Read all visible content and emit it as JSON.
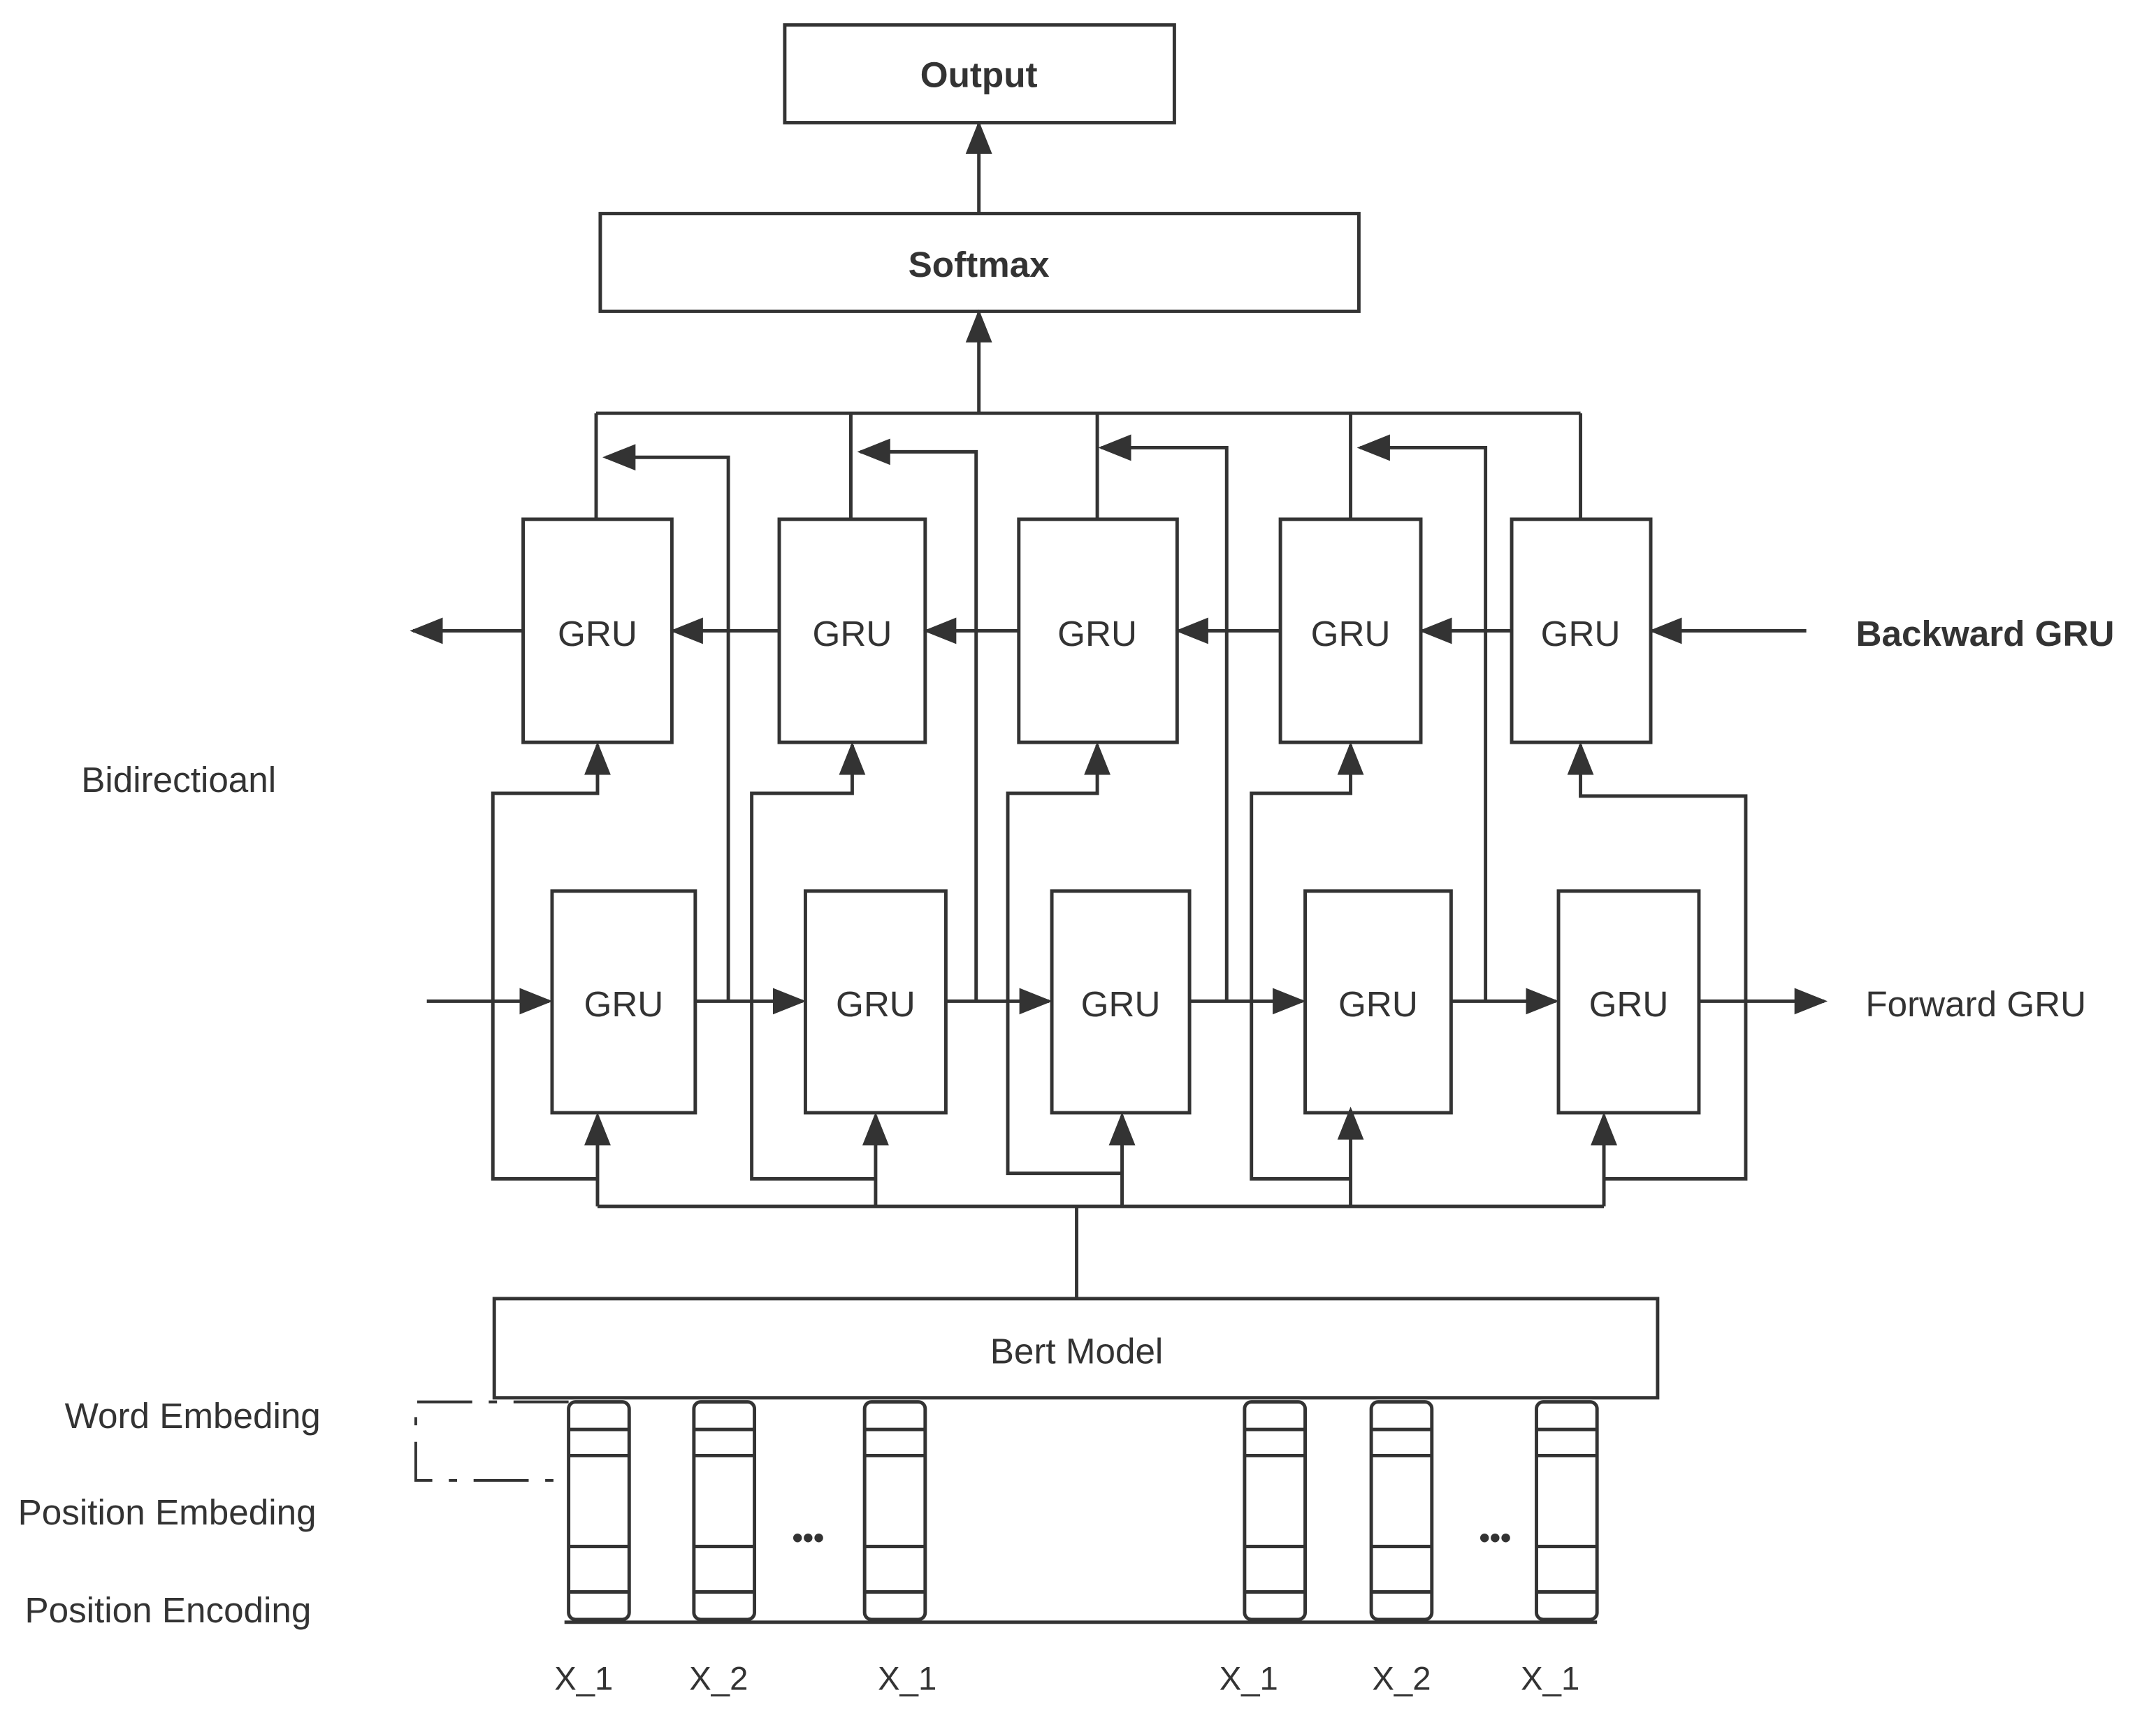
{
  "nodes": {
    "output": "Output",
    "softmax": "Softmax",
    "bert": "Bert Model",
    "gru_label": "GRU"
  },
  "side_labels": {
    "backward": "Backward GRU",
    "forward": "Forward GRU",
    "bidirectional": "Bidirectioanl",
    "word_embedding": "Word Embeding",
    "position_embedding": "Position Embeding",
    "position_encoding": "Position Encoding"
  },
  "tokens": [
    "X_1",
    "X_2",
    "X_1",
    "X_1",
    "X_2",
    "X_1"
  ],
  "ellipsis": [
    "•••",
    "•••"
  ],
  "colors": {
    "line": "#333333",
    "background": "#ffffff"
  }
}
